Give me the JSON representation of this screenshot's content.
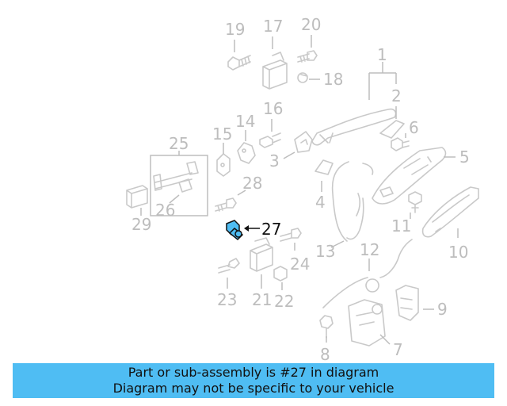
{
  "labels": {
    "p1": "1",
    "p2": "2",
    "p3": "3",
    "p4": "4",
    "p5": "5",
    "p6": "6",
    "p7": "7",
    "p8": "8",
    "p9": "9",
    "p10": "10",
    "p11": "11",
    "p12": "12",
    "p13": "13",
    "p14": "14",
    "p15": "15",
    "p16": "16",
    "p17": "17",
    "p18": "18",
    "p19": "19",
    "p20": "20",
    "p21": "21",
    "p22": "22",
    "p23": "23",
    "p24": "24",
    "p25": "25",
    "p26": "26",
    "p27": "27",
    "p28": "28",
    "p29": "29"
  },
  "highlight": {
    "part": "27",
    "color": "#4fbdf3"
  },
  "banner": {
    "line1": "Part or sub-assembly is #27 in diagram",
    "line2": "Diagram may not be specific to your vehicle",
    "color": "#4fbdf3"
  }
}
